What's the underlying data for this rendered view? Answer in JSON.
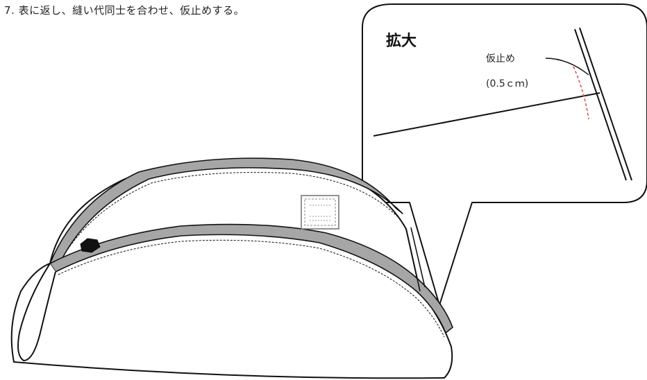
{
  "caption": "7. 表に返し、縫い代同士を合わせ、仮止めする。",
  "zoom_callout": {
    "title": "拡大",
    "baste_label": "仮止め",
    "baste_measure": "(0.5ｃｍ)"
  },
  "colors": {
    "line": "#111111",
    "seam_fill": "#a6a6a6",
    "stitch_red": "#e05050",
    "background": "#ffffff"
  },
  "icons": [
    "zipper-pull-icon",
    "care-label-icon"
  ]
}
